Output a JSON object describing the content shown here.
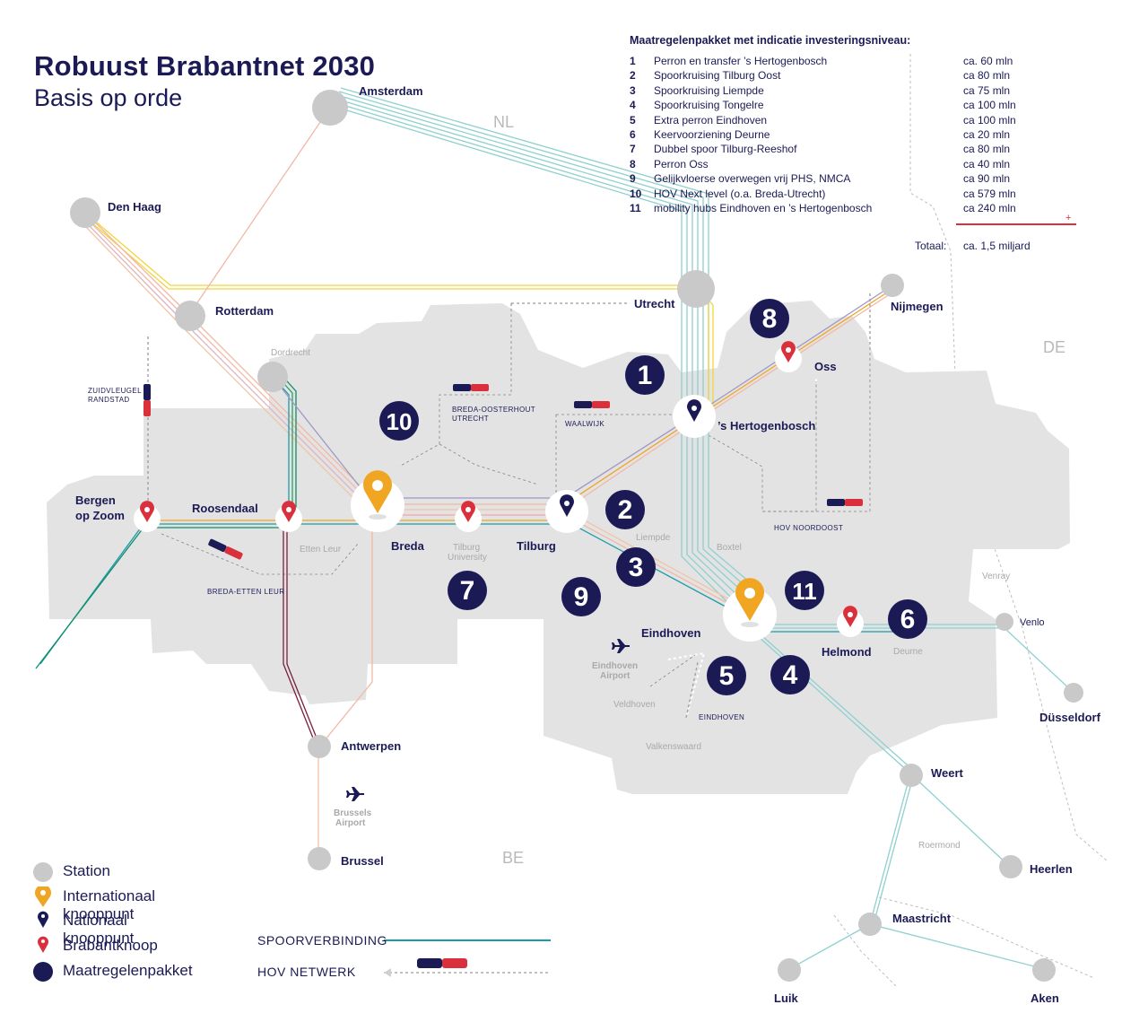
{
  "title": "Robuust Brabantnet 2030",
  "subtitle": "Basis op orde",
  "package": {
    "heading": "Maatregelenpakket met indicatie investeringsniveau:",
    "items": [
      {
        "num": "1",
        "text": "Perron en transfer ’s Hertogenbosch",
        "cost": "ca. 60 mln"
      },
      {
        "num": "2",
        "text": "Spoorkruising Tilburg Oost",
        "cost": "ca 80 mln"
      },
      {
        "num": "3",
        "text": "Spoorkruising Liempde",
        "cost": "ca 75 mln"
      },
      {
        "num": "4",
        "text": "Spoorkruising Tongelre",
        "cost": "ca 100 mln"
      },
      {
        "num": "5",
        "text": "Extra perron Eindhoven",
        "cost": "ca 100 mln"
      },
      {
        "num": "6",
        "text": "Keervoorziening Deurne",
        "cost": "ca 20 mln"
      },
      {
        "num": "7",
        "text": "Dubbel spoor Tilburg-Reeshof",
        "cost": "ca 80 mln"
      },
      {
        "num": "8",
        "text": "Perron Oss",
        "cost": "ca 40 mln"
      },
      {
        "num": "9",
        "text": "Gelijkvloerse overwegen vrij PHS, NMCA",
        "cost": "ca 90 mln"
      },
      {
        "num": "10",
        "text": "HOV Next level (o.a. Breda-Utrecht)",
        "cost": "ca 579 mln"
      },
      {
        "num": "11",
        "text": "mobility hubs Eindhoven en ’s Hertogenbosch",
        "cost": "ca 240 mln"
      }
    ],
    "plus": "+",
    "total_label": "Totaal:",
    "total_value": "ca. 1,5 miljard"
  },
  "map": {
    "countries": {
      "nl": "NL",
      "de": "DE",
      "be": "BE"
    },
    "stations": {
      "amsterdam": "Amsterdam",
      "den_haag": "Den Haag",
      "rotterdam": "Rotterdam",
      "utrecht": "Utrecht",
      "nijmegen": "Nijmegen",
      "oss": "Oss",
      "s_hertogenbosch": "’s Hertogenbosch",
      "dordrecht": "Dordrecht",
      "zuidvleugel_1": "ZUIDVLEUGEL",
      "zuidvleugel_2": "RANDSTAD",
      "bergen_1": "Bergen",
      "bergen_2": "op Zoom",
      "roosendaal": "Roosendaal",
      "etten_leur": "Etten Leur",
      "breda": "Breda",
      "tilburg_univ_1": "Tilburg",
      "tilburg_univ_2": "University",
      "tilburg": "Tilburg",
      "liempde": "Liempde",
      "boxtel": "Boxtel",
      "eindhoven": "Eindhoven",
      "helmond": "Helmond",
      "deurne": "Deurne",
      "venray": "Venray",
      "venlo": "Venlo",
      "dusseldorf": "Düsseldorf",
      "eindhoven_airport_1": "Eindhoven",
      "eindhoven_airport_2": "Airport",
      "veldhoven": "Veldhoven",
      "valkenswaard": "Valkenswaard",
      "weert": "Weert",
      "roermond": "Roermond",
      "heerlen": "Heerlen",
      "maastricht": "Maastricht",
      "luik": "Luik",
      "aken": "Aken",
      "antwerpen": "Antwerpen",
      "brussels_airport_1": "Brussels",
      "brussels_airport_2": "Airport",
      "brussel": "Brussel"
    },
    "hov": {
      "breda_oosterhout_1": "BREDA-OOSTERHOUT",
      "breda_oosterhout_2": "UTRECHT",
      "waalwijk": "WAALWIJK",
      "hov_noordoost": "HOV NOORDOOST",
      "breda_etten_leur": "BREDA-ETTEN LEUR",
      "eindhoven_hov": "EINDHOVEN"
    },
    "measure_markers": [
      "1",
      "2",
      "3",
      "4",
      "5",
      "6",
      "7",
      "8",
      "9",
      "10",
      "11"
    ]
  },
  "legend": {
    "items": [
      {
        "label": "Station",
        "icon": "gray-circle-icon"
      },
      {
        "label": "Internationaal knooppunt",
        "icon": "orange-pin-icon"
      },
      {
        "label": "Nationaal knooppunt",
        "icon": "navy-pin-icon"
      },
      {
        "label": "Brabantknoop",
        "icon": "red-pin-icon"
      },
      {
        "label": "Maatregelenpakket",
        "icon": "navy-circle-icon"
      }
    ],
    "rail_label": "SPOORVERBINDING",
    "hov_label": "HOV NETWERK"
  },
  "colors": {
    "navy": "#1b1a55",
    "orange": "#f0a523",
    "red": "#d9303c",
    "teal": "#1a9ca8",
    "region_gray": "#e3e3e4",
    "station_gray": "#c9c9c9"
  }
}
